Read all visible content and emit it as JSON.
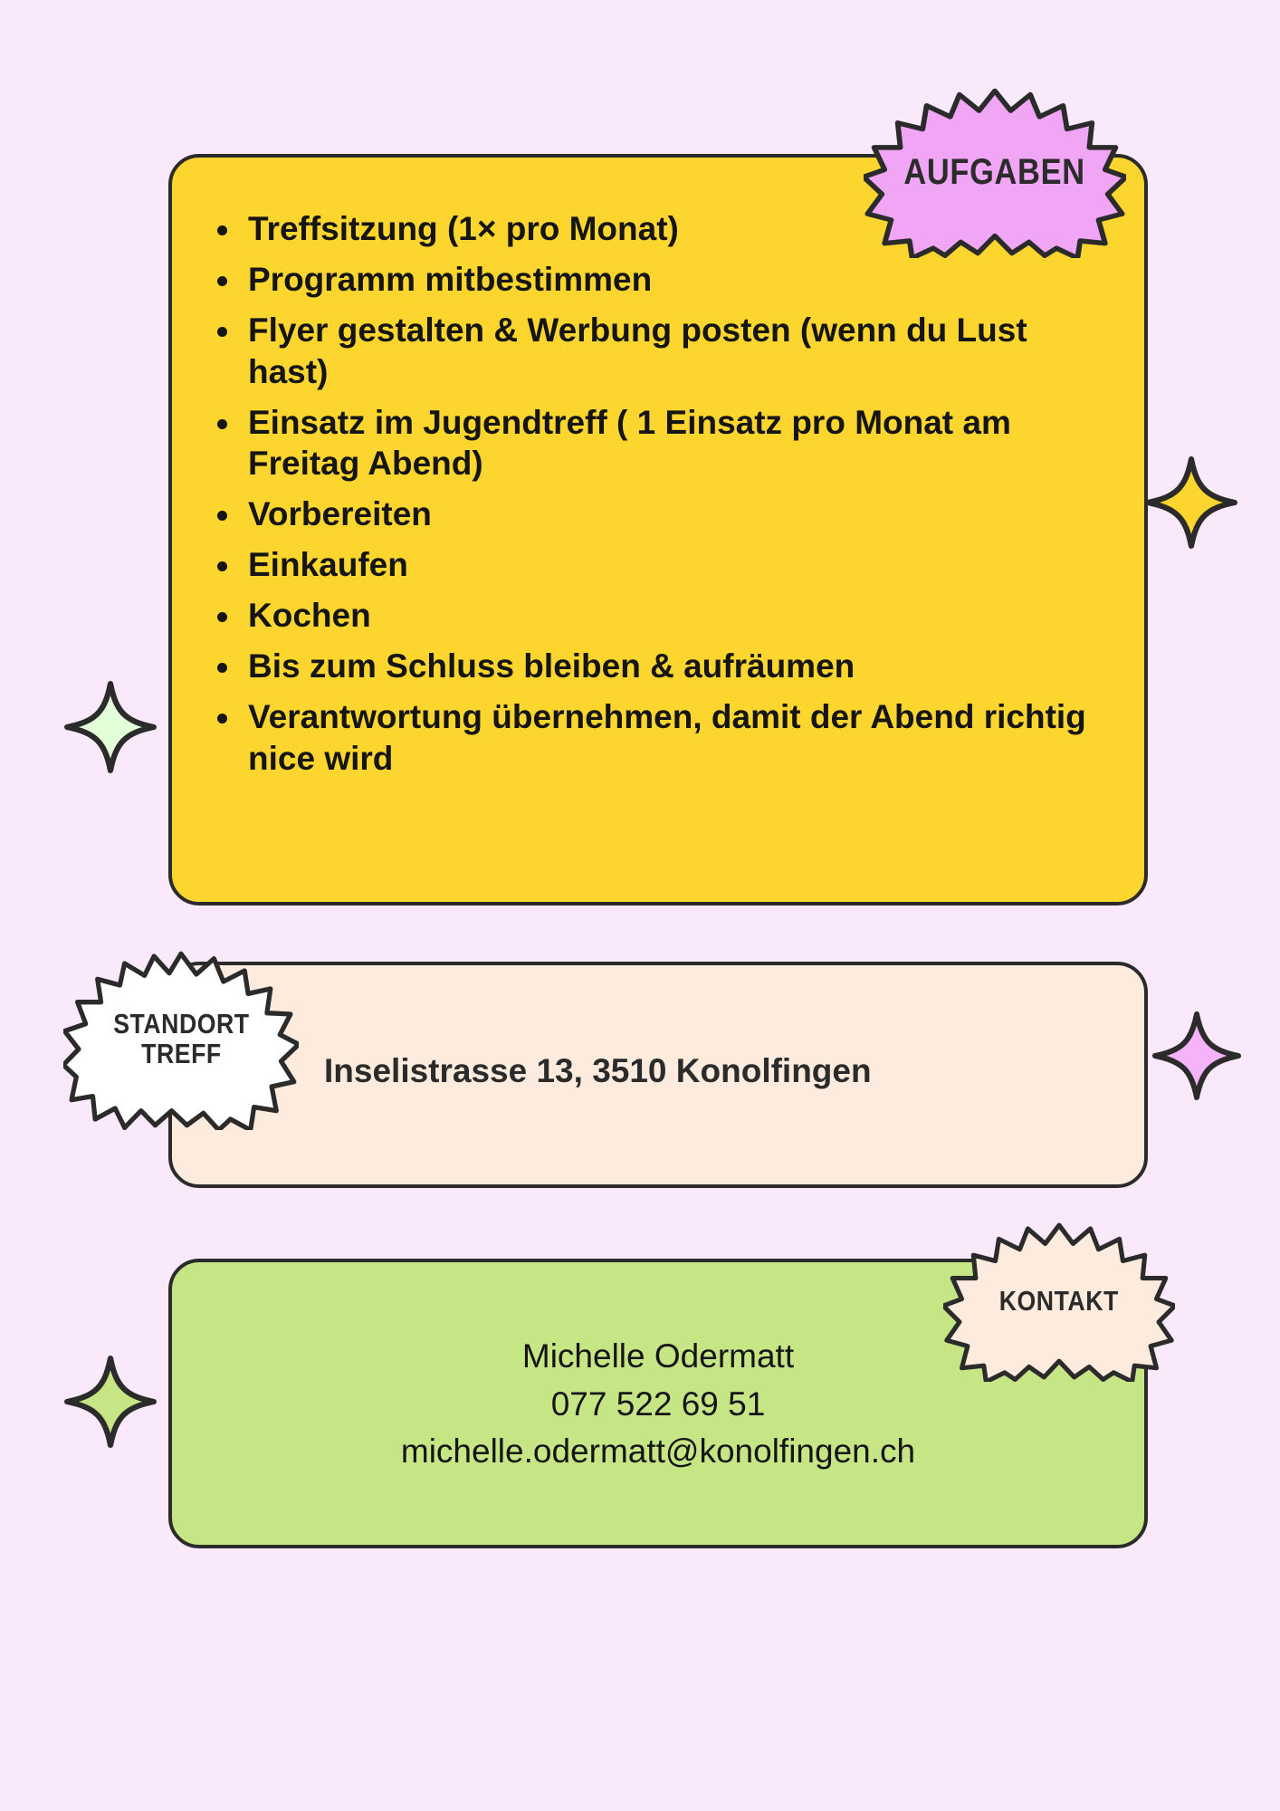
{
  "page": {
    "background_color": "#fae9fb",
    "outline_color": "#2b2b2b"
  },
  "tasks_card": {
    "background_color": "#fcd52f",
    "badge": {
      "label": "AUFGABEN",
      "fill_color": "#f0a6f5",
      "icon": "starburst-badge"
    },
    "items": [
      "Treffsitzung (1× pro Monat)",
      "Programm mitbestimmen",
      "Flyer gestalten & Werbung posten (wenn du Lust hast)",
      "Einsatz im Jugendtreff ( 1 Einsatz pro Monat am Freitag Abend)",
      "Vorbereiten",
      "Einkaufen",
      "Kochen",
      "Bis zum Schluss bleiben & aufräumen",
      "Verantwortung übernehmen, damit der Abend richtig nice wird"
    ]
  },
  "location_card": {
    "background_color": "#fdecdd",
    "badge": {
      "line1": "STANDORT",
      "line2": "TREFF",
      "fill_color": "#ffffff",
      "icon": "starburst-badge"
    },
    "address": "Inselistrasse 13, 3510 Konolfingen"
  },
  "contact_card": {
    "background_color": "#c6e585",
    "badge": {
      "label": "KONTAKT",
      "fill_color": "#fdecdd",
      "icon": "starburst-badge"
    },
    "name": "Michelle Odermatt",
    "phone": "077 522 69 51",
    "email": "michelle.odermatt@konolfingen.ch"
  },
  "decorations": [
    {
      "name": "sparkle-right-yellow",
      "icon": "four-point-sparkle",
      "fill_color": "#fcd52f"
    },
    {
      "name": "sparkle-left-mint",
      "icon": "four-point-sparkle",
      "fill_color": "#e3ffd9"
    },
    {
      "name": "sparkle-right-pink",
      "icon": "four-point-sparkle",
      "fill_color": "#f5b3f9"
    },
    {
      "name": "sparkle-left-green",
      "icon": "four-point-sparkle",
      "fill_color": "#c6e585"
    }
  ]
}
